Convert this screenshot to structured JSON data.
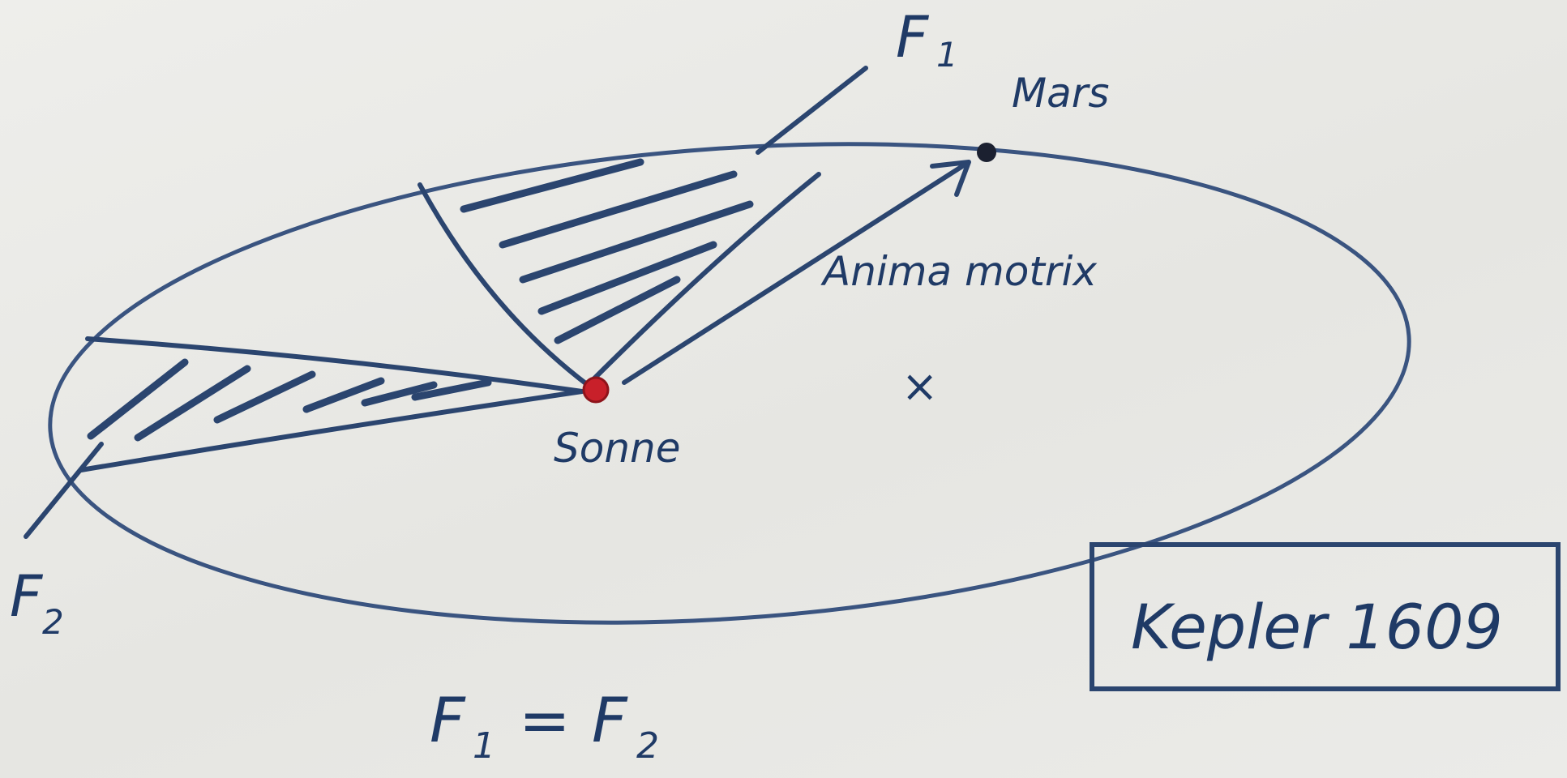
{
  "labels": {
    "f1": "F",
    "f1_sub": "1",
    "f2": "F",
    "f2_sub": "2",
    "mars": "Mars",
    "anima": "Anima motrix",
    "sonne": "Sonne",
    "center_mark": "×",
    "equation_left": "F",
    "equation_left_sub": "1",
    "equation_op": "=",
    "equation_right": "F",
    "equation_right_sub": "2",
    "signature": "Kepler   1609"
  },
  "colors": {
    "ink": "#2b456f",
    "sun": "#c8202a",
    "mars": "#1b2030",
    "paper": "#e9e9e6"
  }
}
